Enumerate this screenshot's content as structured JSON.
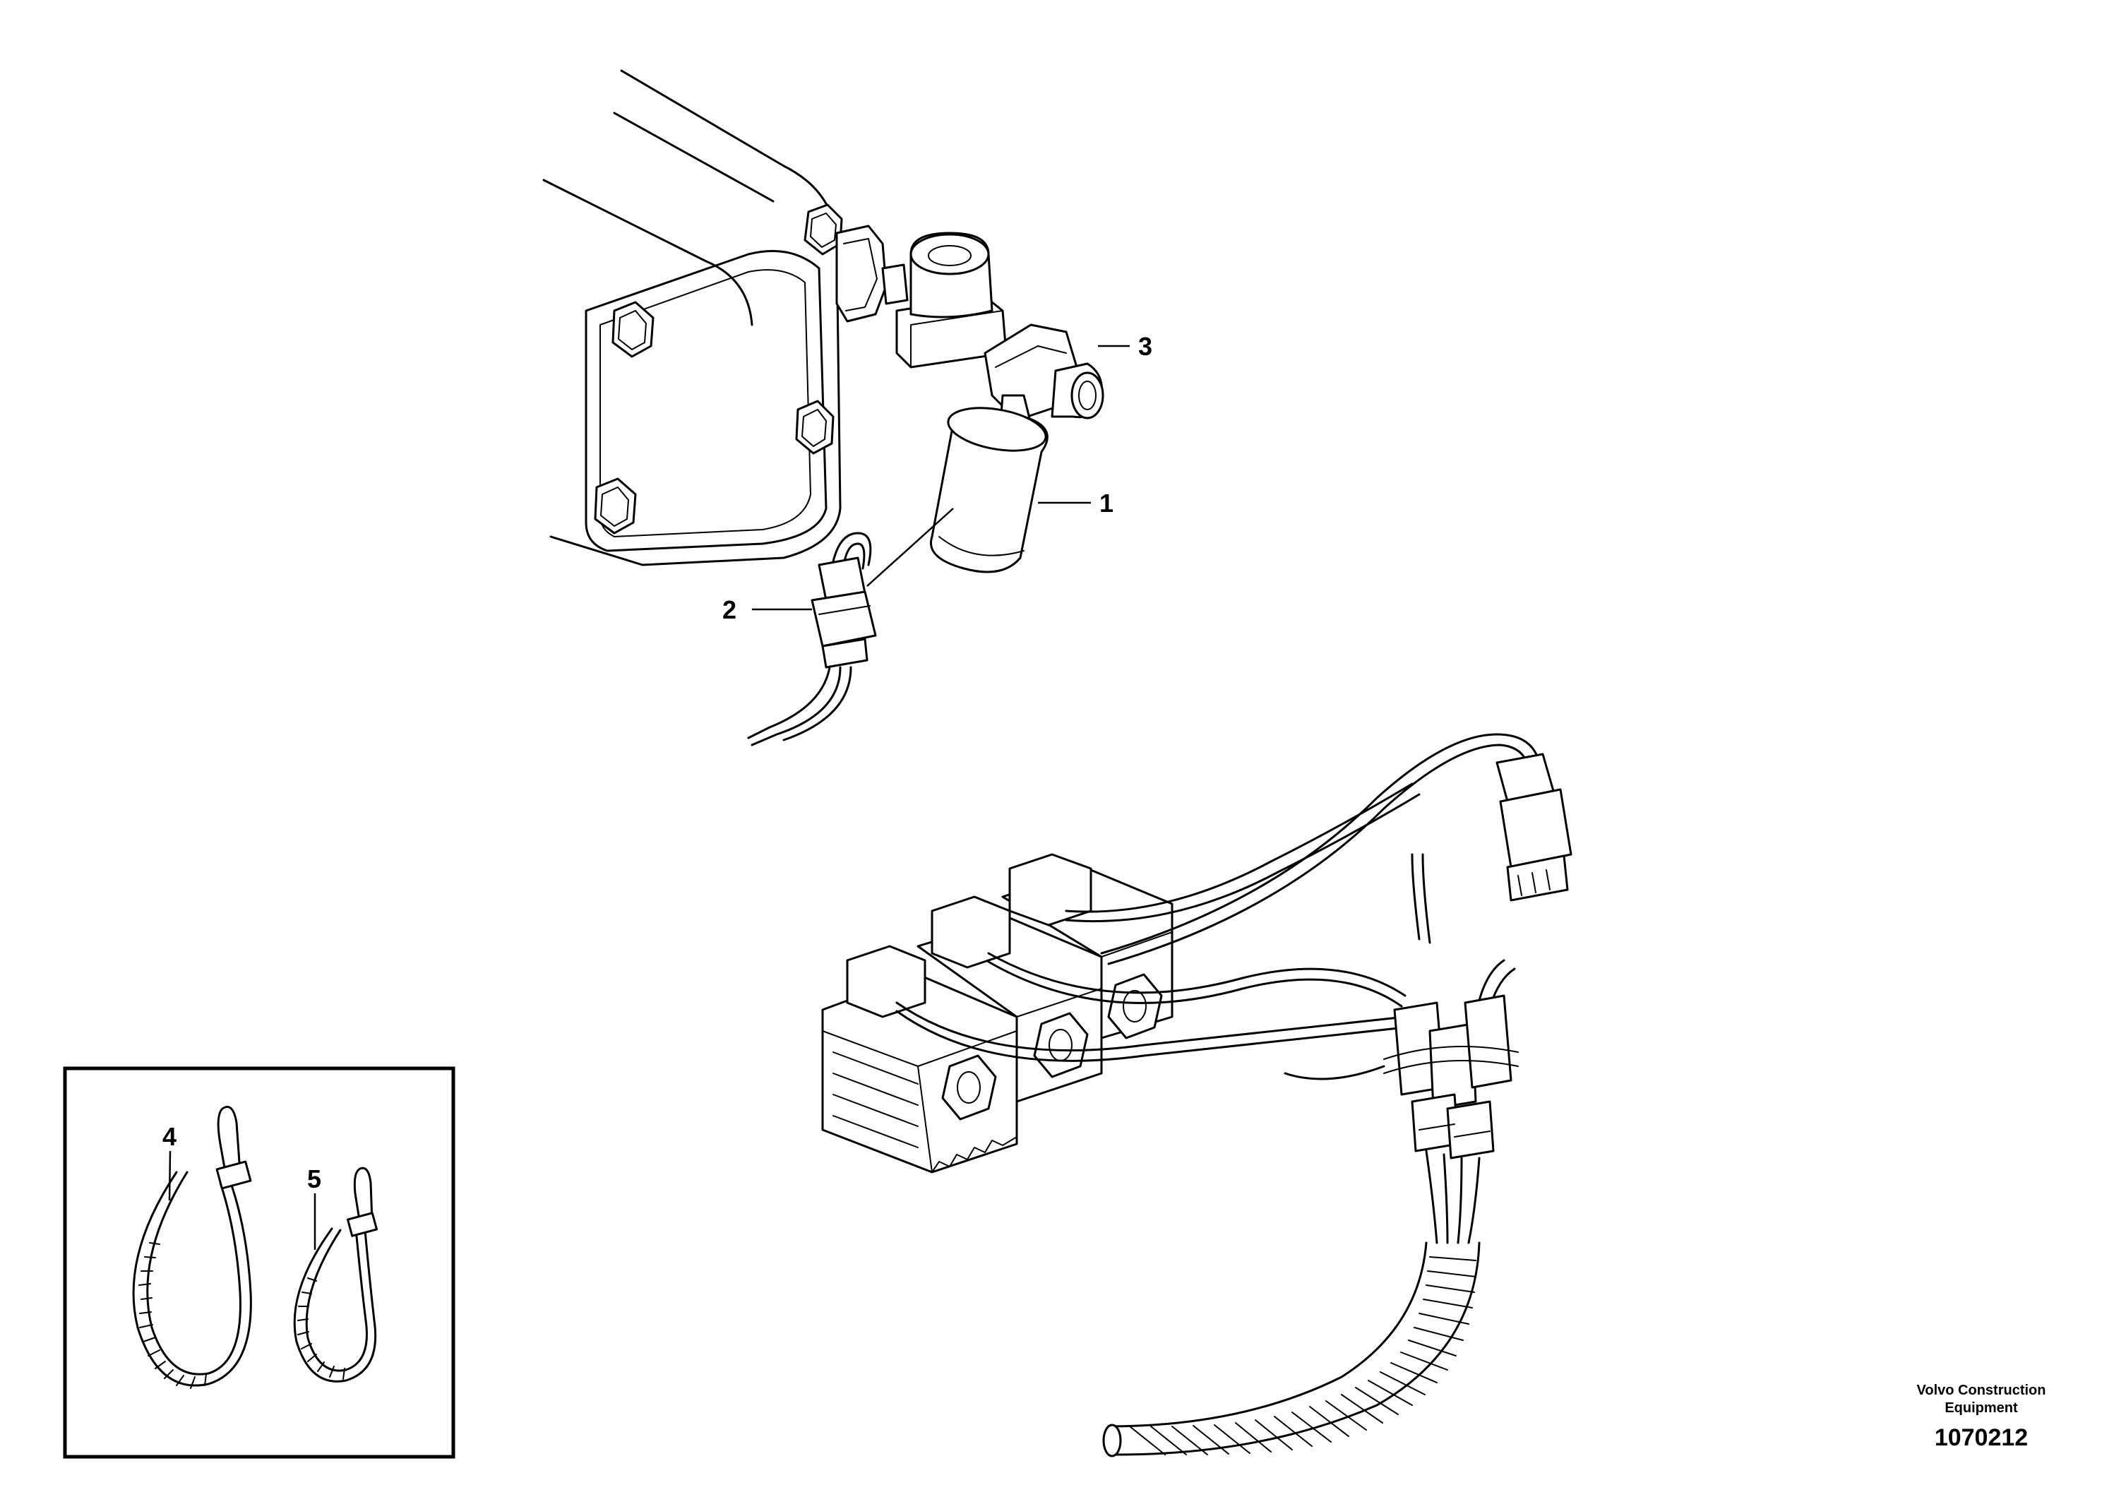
{
  "callouts": [
    {
      "id": "1",
      "label": "1"
    },
    {
      "id": "2",
      "label": "2"
    },
    {
      "id": "3",
      "label": "3"
    },
    {
      "id": "4",
      "label": "4"
    },
    {
      "id": "5",
      "label": "5"
    }
  ],
  "footer": {
    "brand_line1": "Volvo Construction",
    "brand_line2": "Equipment",
    "doc_number": "1070212"
  }
}
